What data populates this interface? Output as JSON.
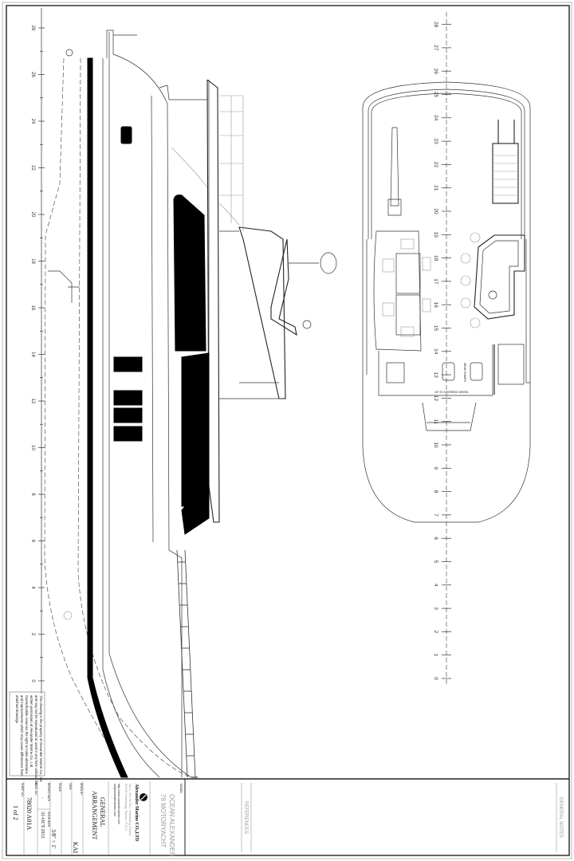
{
  "sheet": {
    "model_label": "MODEL",
    "model_line1": "OCEAN ALEXANDER",
    "model_line2": "78 MOTORYACHT",
    "company": "Alexander Marine CO.,LTD",
    "address_line1": "No.3, Jen Hu Rd., Hsiaokang District,",
    "address_line2": "80246 Kaohsiung, Taiwan, R.O.C.",
    "url_line1": "http://www.oceanalexander.com",
    "url_line2": "oa@oceanalexander.com",
    "drawing_title_line1": "GENERAL",
    "drawing_title_line2": "ARRANGEMENT",
    "drawn_by_label": "DRWN BY",
    "drawn_by": "KAI",
    "view_label": "VIEW",
    "scale_label": "SCALE",
    "scale": "3/8\" = 1'",
    "report_date_label": "REPORT DATE",
    "report_date": "-",
    "issue_date_label": "ISSUE DATE",
    "issue_date": "31-OCT-2012",
    "dwg_no_label": "DWG. NO.",
    "dwg_no": "78020 A01A",
    "sheet_no_label": "SHEET NO.",
    "sheet_no": "1 of 2",
    "references_label": "REFERENCES",
    "general_notes_label": "GENERAL NOTES",
    "disclaimer": [
      "This drawing is the property of Alexander Marine Co., Ltd.",
      "and may not be reproduced or used in any form without the",
      "written permission of Alexander Marine Co., Ltd.",
      "Owner/builder reserves the right to make alterations",
      "and improvements which may cause differences from",
      "attached drawings."
    ]
  },
  "profile_ruler": {
    "labels": [
      "0",
      "2",
      "4",
      "6",
      "8",
      "10",
      "12",
      "14",
      "16",
      "18",
      "20",
      "22",
      "24",
      "26",
      "28"
    ]
  },
  "plan_ruler": {
    "labels": [
      "0",
      "1",
      "2",
      "3",
      "4",
      "5",
      "6",
      "7",
      "8",
      "9",
      "10",
      "11",
      "12",
      "13",
      "14",
      "15",
      "16",
      "17",
      "18",
      "19",
      "20",
      "21",
      "22",
      "23",
      "24",
      "25",
      "26",
      "27",
      "28"
    ]
  },
  "plan_labels": {
    "helm_chairs": "HELM CHAIRS",
    "steering_wheel": "18\" SS STEERING WHEEL"
  }
}
